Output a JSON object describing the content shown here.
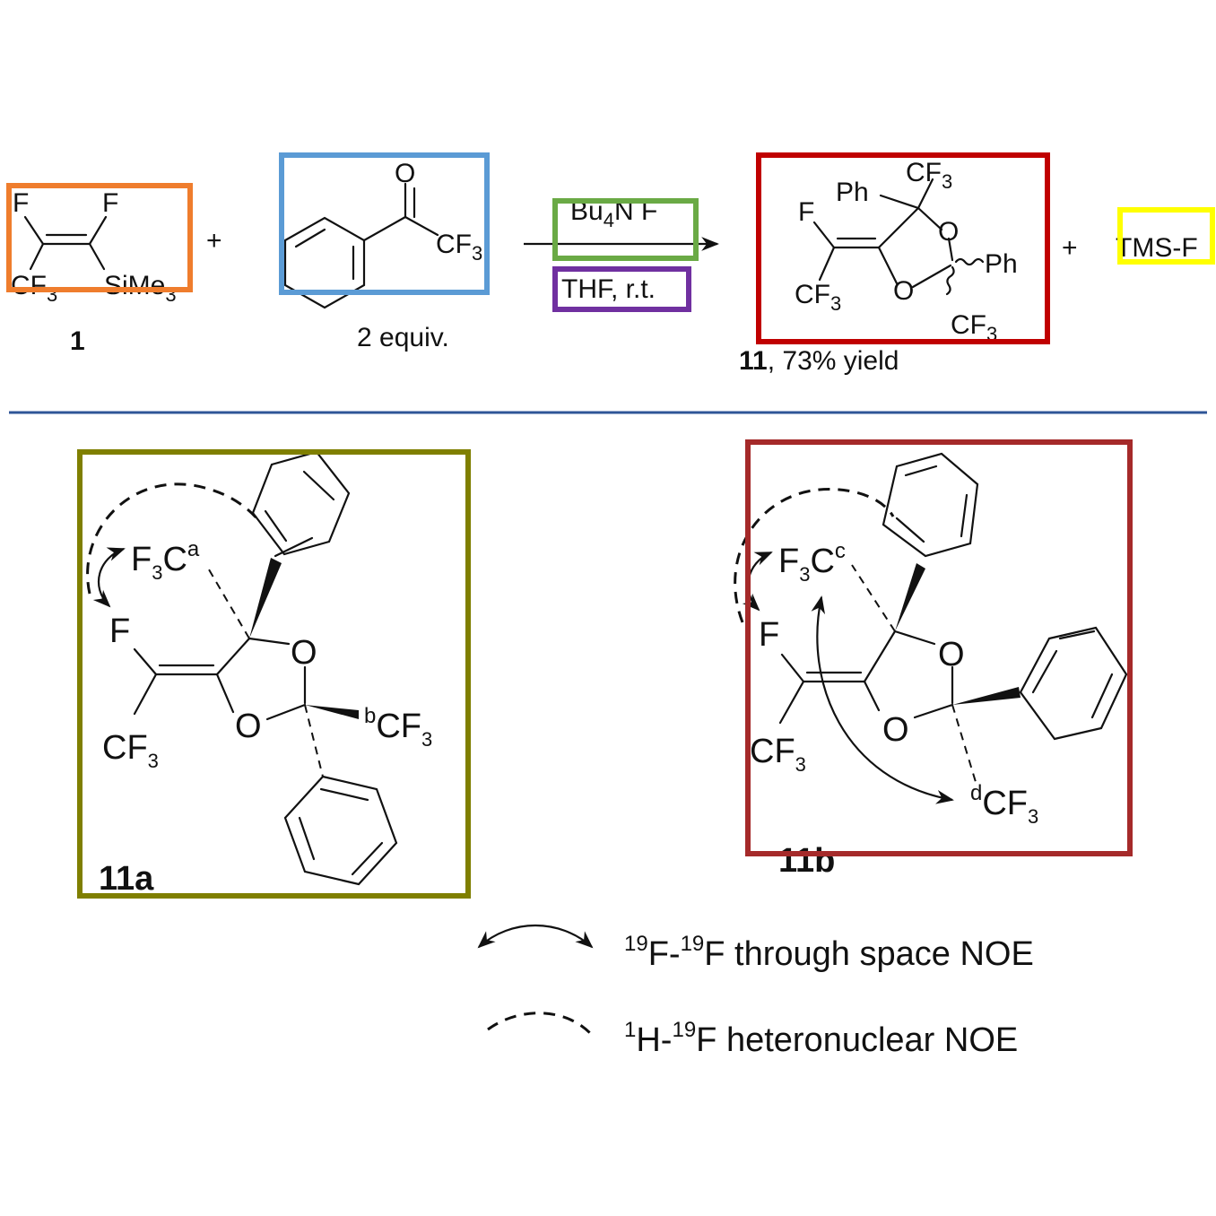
{
  "reactant_1": {
    "label": "1",
    "f_left": "F",
    "f_right": "F",
    "cf3": "CF",
    "cf3_sub": "3",
    "sime3": "SiMe",
    "sime3_sub": "3"
  },
  "plus": "+",
  "reactant_2": {
    "o": "O",
    "cf3": "CF",
    "cf3_sub": "3",
    "equiv": "2 equiv."
  },
  "conditions": {
    "reagent": "Bu",
    "reagent_sub": "4",
    "reagent_rest": "N F",
    "solvent": "THF, r.t."
  },
  "product_11": {
    "cf3_top": "CF",
    "ph_top": "Ph",
    "f": "F",
    "o_top": "O",
    "ph_right": "Ph",
    "cf3_left": "CF",
    "o_bottom": "O",
    "cf3_bottom": "CF",
    "sub3": "3",
    "label_bold": "11",
    "label_rest": ", 73% yield"
  },
  "byproduct": "TMS-F",
  "isomer_a": {
    "f3c_main": "F",
    "f3c_sub": "3",
    "f3c_c": "C",
    "f3c_sup": "a",
    "f": "F",
    "o_top": "O",
    "o_bottom": "O",
    "cf3_sup": "b",
    "cf3": "CF",
    "cf3_sub": "3",
    "cf3_left": "CF",
    "cf3_left_sub": "3",
    "label": "11a"
  },
  "isomer_b": {
    "f3c_main": "F",
    "f3c_sub": "3",
    "f3c_c": "C",
    "f3c_sup": "c",
    "f": "F",
    "o_top": "O",
    "o_bottom": "O",
    "cf3_sup": "d",
    "cf3": "CF",
    "cf3_sub": "3",
    "cf3_left": "CF",
    "cf3_left_sub": "3",
    "label": "11b"
  },
  "legend": {
    "ff": {
      "sup1": "19",
      "a": "F-",
      "sup2": "19",
      "b": "F through space NOE"
    },
    "hf": {
      "sup1": "1",
      "a": "H-",
      "sup2": "19",
      "b": "F heteronuclear NOE"
    }
  },
  "colors": {
    "orange": "#ef7d2d",
    "blue": "#5b9bd5",
    "green": "#6aaa45",
    "purple": "#7030a0",
    "red": "#c00000",
    "yellow": "#ffff00",
    "olive": "#7f7f00",
    "brown_red": "#a52a2a",
    "separator": "#2f5597"
  }
}
